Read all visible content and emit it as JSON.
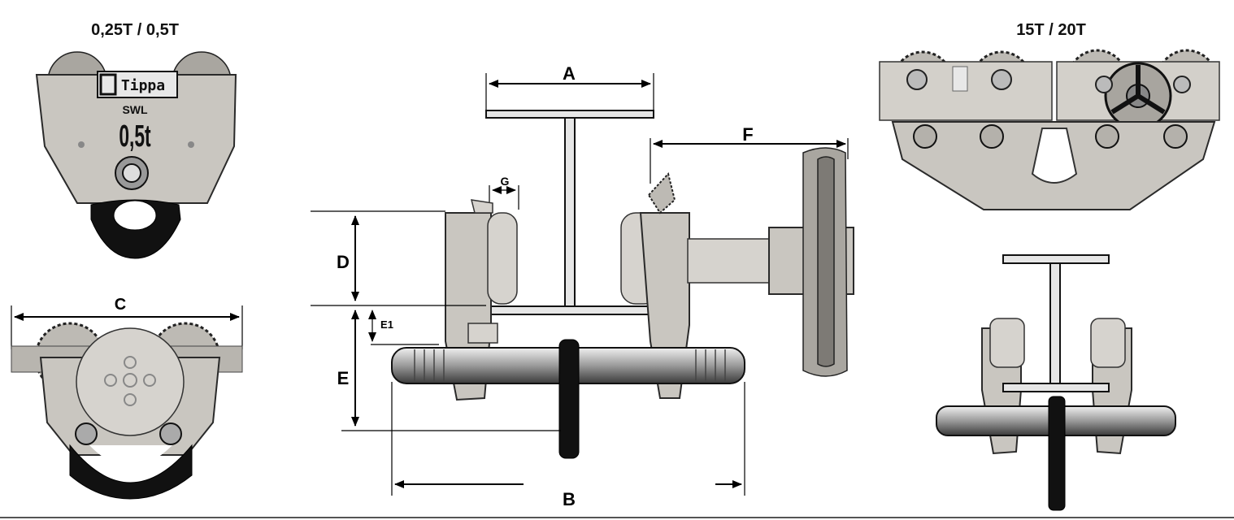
{
  "captions": {
    "small_model": "0,25T / 0,5T",
    "large_model": "15T / 20T"
  },
  "product": {
    "brand": "Tippa",
    "swl_label": "SWL",
    "swl_value": "0,5t"
  },
  "dimensions": {
    "A": "A",
    "B": "B",
    "C": "C",
    "D": "D",
    "E": "E",
    "E1": "E1",
    "F": "F",
    "G": "G"
  },
  "colors": {
    "metal": "#c9c6c0",
    "dark": "#111111",
    "background": "#ffffff"
  }
}
